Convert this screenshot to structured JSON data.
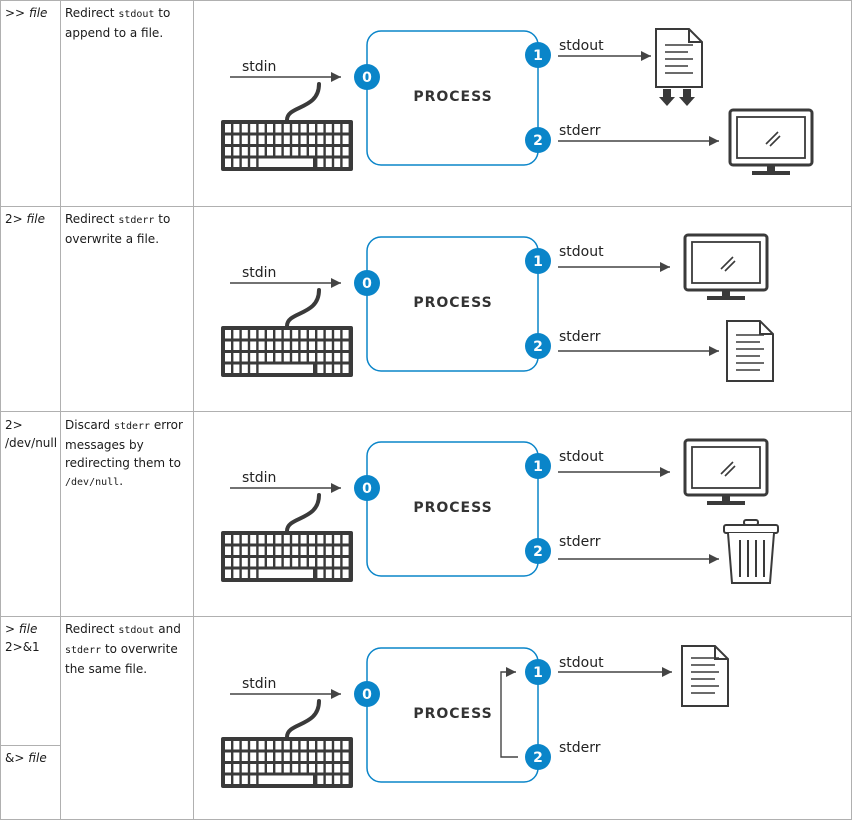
{
  "rows": [
    {
      "operator": {
        "symbol": ">>",
        "arg": "file"
      },
      "description": {
        "pre": "Redirect ",
        "code": "stdout",
        "post": " to append to a file."
      },
      "stdout_target": "file-append",
      "stderr_target": "monitor"
    },
    {
      "operator": {
        "symbol": "2>",
        "arg": "file"
      },
      "description": {
        "pre": "Redirect ",
        "code": "stderr",
        "post": " to overwrite a file."
      },
      "stdout_target": "monitor",
      "stderr_target": "file"
    },
    {
      "operator": {
        "symbol": "2> /dev/null",
        "arg": ""
      },
      "description": {
        "pre": "Discard ",
        "code": "stderr",
        "post": " error messages by redirecting them to ",
        "code2": "/dev/null",
        "post2": "."
      },
      "stdout_target": "monitor",
      "stderr_target": "trash"
    },
    {
      "operator": {
        "symbol": ">",
        "arg": "file",
        "line2": "2>&1"
      },
      "operator_alt": {
        "symbol": "&>",
        "arg": "file"
      },
      "description": {
        "pre": "Redirect ",
        "code": "stdout",
        "post": " and ",
        "code2": "stderr",
        "post2": " to overwrite the same file."
      },
      "stdout_target": "file",
      "stderr_target": "merged"
    }
  ],
  "diagram": {
    "process_label": "PROCESS",
    "stdin_label": "stdin",
    "stdout_label": "stdout",
    "stderr_label": "stderr",
    "fd_in": "0",
    "fd_out": "1",
    "fd_err": "2"
  },
  "colors": {
    "accent": "#0a85c9",
    "line": "#444444",
    "border": "#b0b0b0"
  }
}
